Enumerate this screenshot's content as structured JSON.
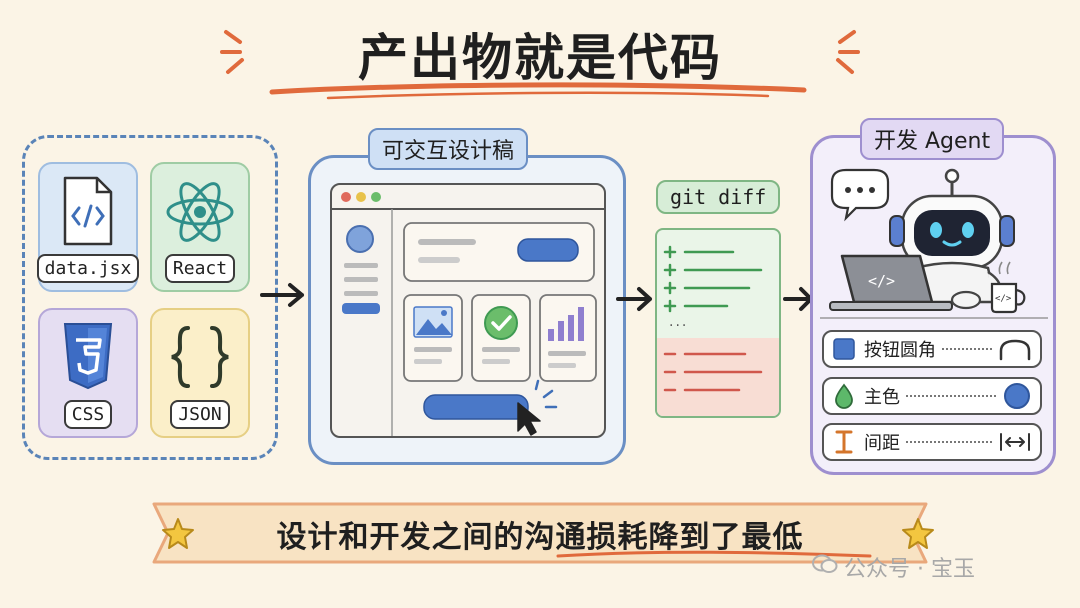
{
  "title": "产出物就是代码",
  "panel_files": {
    "tiles": [
      {
        "label": "data.jsx",
        "icon": "jsx-file-icon"
      },
      {
        "label": "React",
        "icon": "react-atom-icon"
      },
      {
        "label": "CSS",
        "icon": "css3-shield-icon"
      },
      {
        "label": "JSON",
        "icon": "json-braces-icon"
      }
    ]
  },
  "panel_design": {
    "badge": "可交互设计稿"
  },
  "panel_diff": {
    "badge": "git diff",
    "ellipsis": "..."
  },
  "panel_agent": {
    "badge": "开发 Agent",
    "laptop_code": "</>",
    "mug_code": "</>",
    "props": [
      {
        "label": "按钮圆角",
        "icon": "square-icon",
        "value_icon": "corner-arc-icon"
      },
      {
        "label": "主色",
        "icon": "color-drop-icon",
        "value_icon": "blue-circle-icon"
      },
      {
        "label": "间距",
        "icon": "spacing-ibeam-icon",
        "value_icon": "width-arrows-icon"
      }
    ]
  },
  "banner": "设计和开发之间的沟通损耗降到了最低",
  "watermark": "公众号 · 宝玉",
  "colors": {
    "background": "#fbf4e6",
    "blue": "#4a78c8",
    "green": "#3f9a52",
    "red": "#d0574c",
    "purple": "#9e8fcf",
    "accent_orange": "#e06a3c"
  }
}
